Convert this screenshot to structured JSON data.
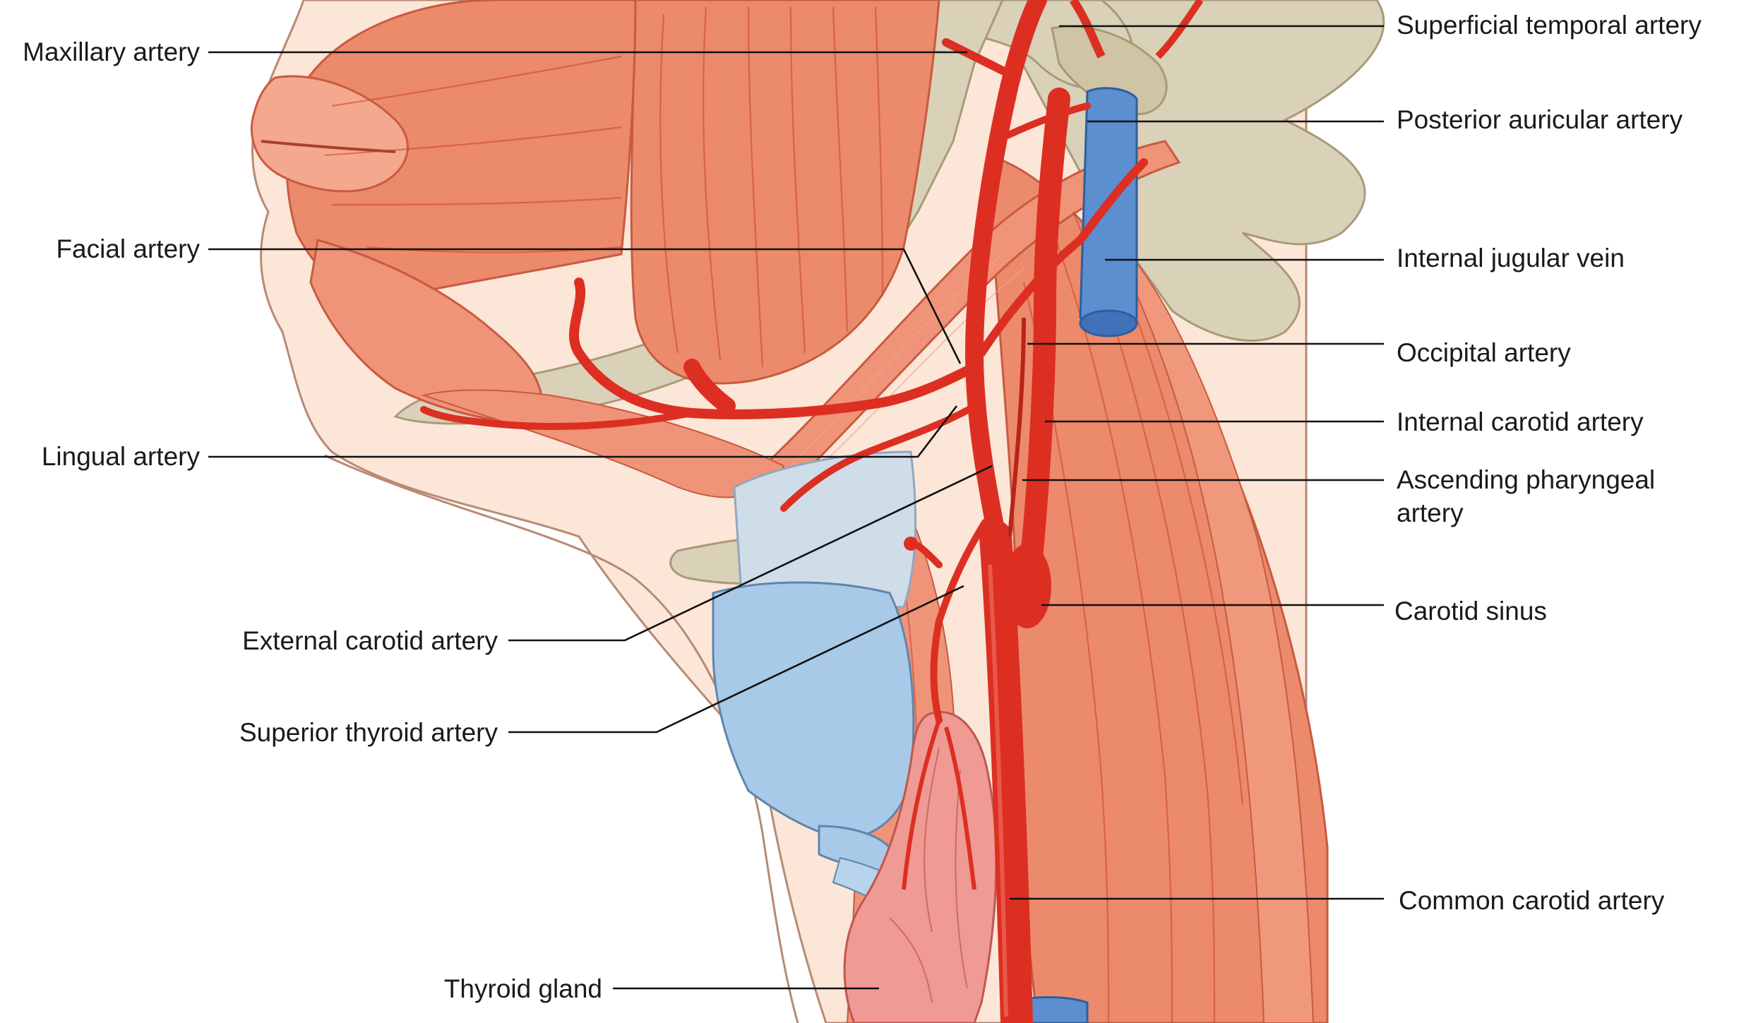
{
  "labels": {
    "maxillary_artery": "Maxillary artery",
    "facial_artery": "Facial artery",
    "lingual_artery": "Lingual artery",
    "external_carotid_artery": "External carotid artery",
    "superior_thyroid_artery": "Superior thyroid artery",
    "thyroid_gland": "Thyroid gland",
    "superficial_temporal_artery": "Superficial temporal artery",
    "posterior_auricular_artery": "Posterior auricular artery",
    "internal_jugular_vein": "Internal jugular vein",
    "occipital_artery": "Occipital artery",
    "internal_carotid_artery": "Internal carotid artery",
    "ascending_pharyngeal_artery_line1": "Ascending pharyngeal",
    "ascending_pharyngeal_artery_line2": "artery",
    "carotid_sinus": "Carotid sinus",
    "common_carotid_artery": "Common carotid artery"
  },
  "colors": {
    "muscle": "#ec8a6c",
    "muscle_dark": "#d8654a",
    "artery": "#dc2f22",
    "vein": "#5b8fd0",
    "cartilage": "#a9c9e8",
    "bone": "#d9d1b8",
    "skin": "#fbe6d8",
    "thyroid": "#ef9a92"
  }
}
